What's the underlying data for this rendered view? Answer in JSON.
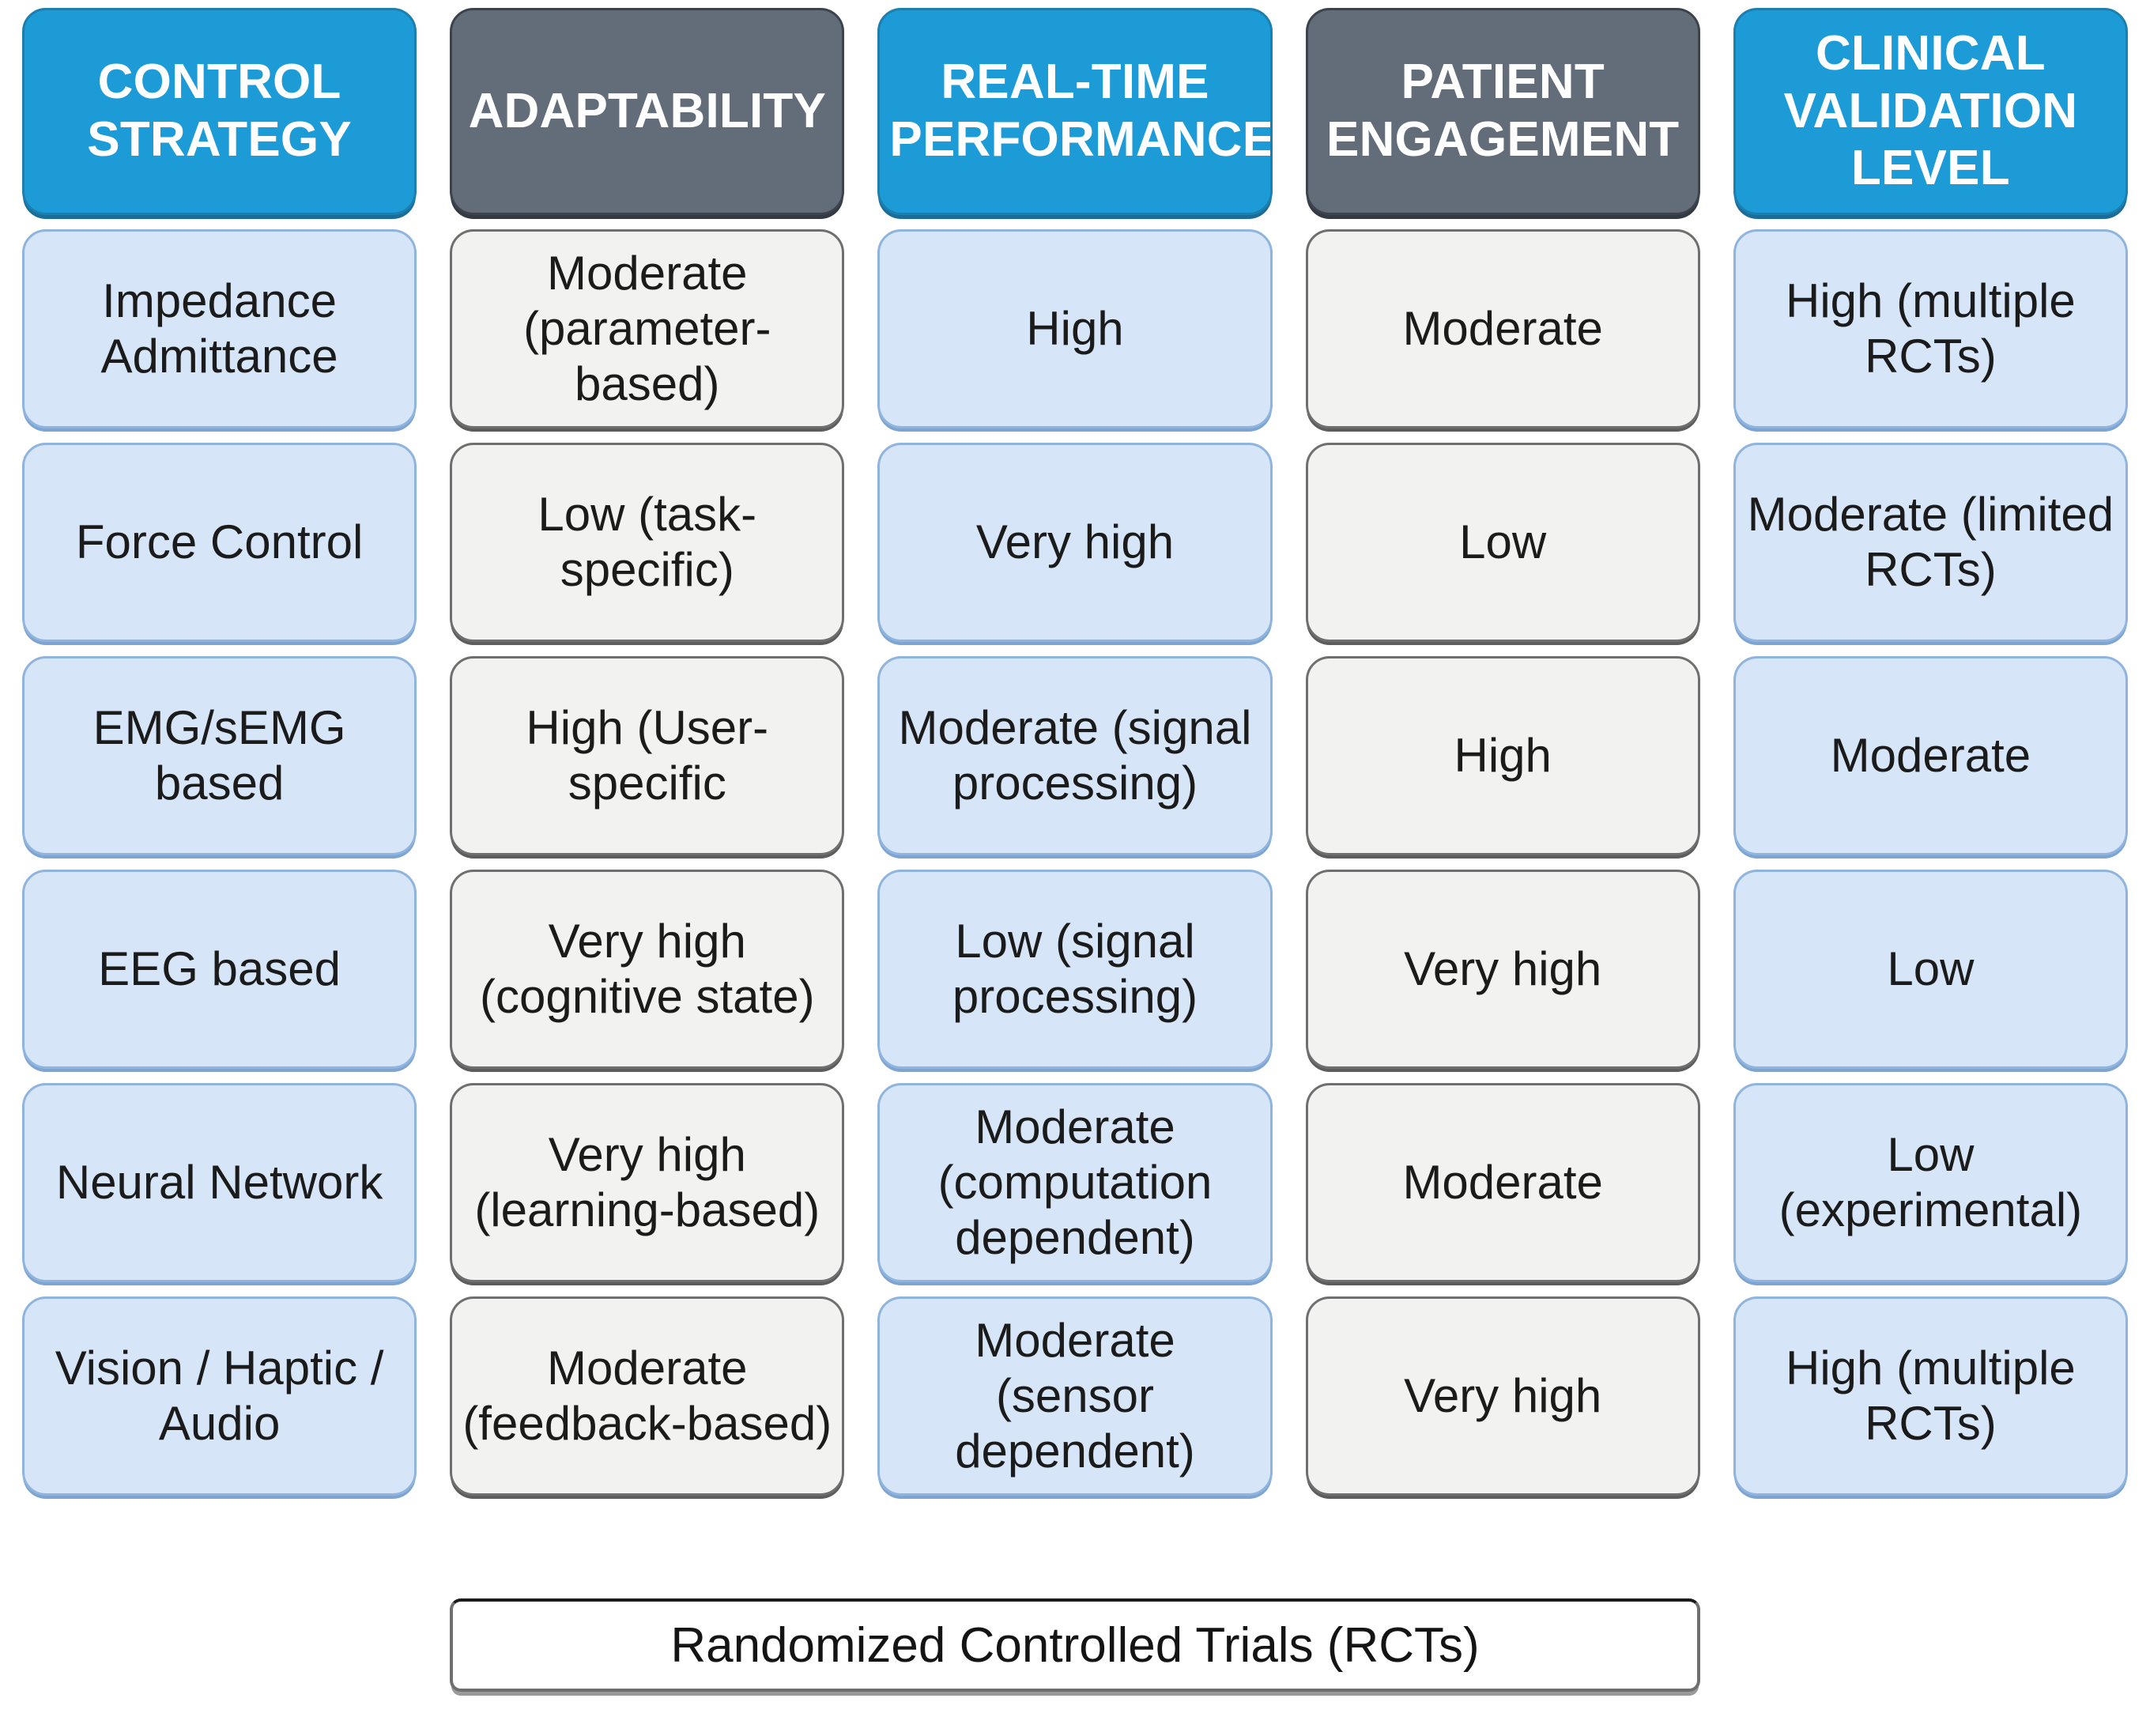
{
  "table": {
    "headers": [
      {
        "label": "CONTROL STRATEGY",
        "style": "blue"
      },
      {
        "label": "ADAPTABILITY",
        "style": "slate"
      },
      {
        "label": "REAL-TIME PERFORMANCE",
        "style": "blue"
      },
      {
        "label": "PATIENT ENGAGEMENT",
        "style": "slate"
      },
      {
        "label": "CLINICAL VALIDATION LEVEL",
        "style": "blue"
      }
    ],
    "rows": [
      {
        "control_strategy": "Impedance Admittance",
        "adaptability": "Moderate (parameter-based)",
        "real_time_performance": "High",
        "patient_engagement": "Moderate",
        "clinical_validation_level": "High (multiple RCTs)"
      },
      {
        "control_strategy": "Force Control",
        "adaptability": "Low (task-specific)",
        "real_time_performance": "Very high",
        "patient_engagement": "Low",
        "clinical_validation_level": "Moderate (limited RCTs)"
      },
      {
        "control_strategy": "EMG/sEMG based",
        "adaptability": "High (User-specific",
        "real_time_performance": "Moderate (signal processing)",
        "patient_engagement": "High",
        "clinical_validation_level": "Moderate"
      },
      {
        "control_strategy": "EEG based",
        "adaptability": "Very high (cognitive state)",
        "real_time_performance": "Low (signal processing)",
        "patient_engagement": "Very high",
        "clinical_validation_level": "Low"
      },
      {
        "control_strategy": "Neural Network",
        "adaptability": "Very high (learning-based)",
        "real_time_performance": "Moderate (computation dependent)",
        "patient_engagement": "Moderate",
        "clinical_validation_level": "Low (experimental)"
      },
      {
        "control_strategy": "Vision / Haptic / Audio",
        "adaptability": "Moderate (feedback-based)",
        "real_time_performance": "Moderate (sensor dependent)",
        "patient_engagement": "Very high",
        "clinical_validation_level": "High (multiple RCTs)"
      }
    ]
  },
  "footer": {
    "legend": "Randomized Controlled Trials (RCTs)"
  },
  "colors": {
    "header_blue": "#1d9bd7",
    "header_slate": "#636d79",
    "cell_light_blue": "#d6e5f8",
    "cell_paper": "#f2f2f0",
    "cell_blue_border": "#8fb4dd",
    "cell_paper_border": "#6f6f6f",
    "text_dark": "#1b1b1b",
    "text_light": "#ffffff"
  }
}
